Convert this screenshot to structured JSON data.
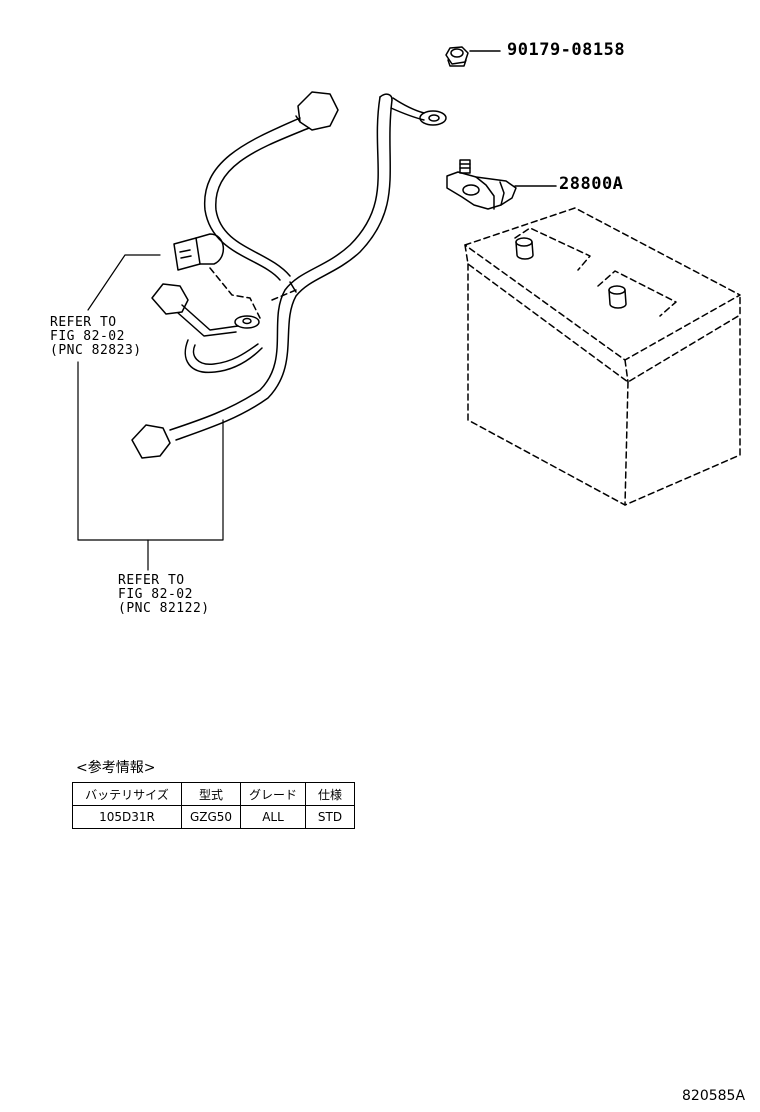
{
  "callouts": {
    "nut_part_number": "90179-08158",
    "terminal_part_number": "28800A"
  },
  "references": [
    {
      "line1": "REFER TO",
      "line2": "FIG 82-02",
      "line3": "(PNC 82823)"
    },
    {
      "line1": "REFER TO",
      "line2": "FIG 82-02",
      "line3": "(PNC 82122)"
    }
  ],
  "info_table": {
    "title": "<参考情報>",
    "headers": [
      "バッテリサイズ",
      "型式",
      "グレード",
      "仕様"
    ],
    "rows": [
      [
        "105D31R",
        "GZG50",
        "ALL",
        "STD"
      ]
    ]
  },
  "figure_id": "820585A",
  "colors": {
    "line": "#000000",
    "background": "#ffffff"
  }
}
